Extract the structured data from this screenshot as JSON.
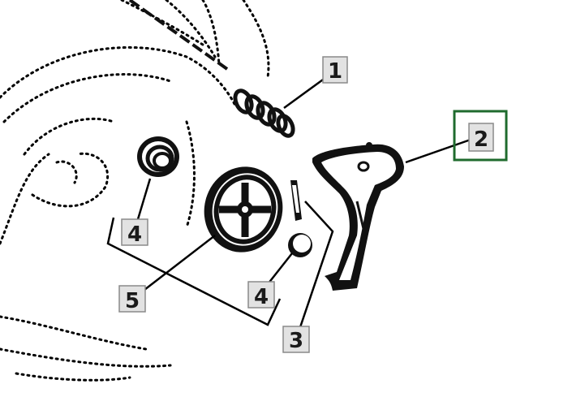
{
  "callouts": {
    "item1": "1",
    "item2": "2",
    "item3": "3",
    "item4a": "4",
    "item4b": "4",
    "item5": "5"
  },
  "highlight": {
    "item": "2",
    "color": "#1f6b2e"
  },
  "colors": {
    "line": "#000000",
    "callout_bg": "#e2e2e2",
    "callout_border": "#8a8a8a"
  }
}
